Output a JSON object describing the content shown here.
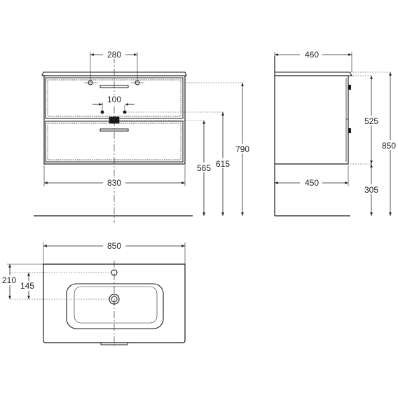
{
  "colors": {
    "line": "#1a1a1a",
    "dim": "#222222",
    "background": "#ffffff"
  },
  "front_view": {
    "dimensions": {
      "tap_spacing": "280",
      "drain_spacing": "100",
      "inner_width": "830",
      "h_565": "565",
      "h_615": "615",
      "h_790": "790"
    }
  },
  "side_view": {
    "dimensions": {
      "depth_top": "460",
      "depth_body": "450",
      "h_525": "525",
      "h_305": "305",
      "h_850": "850"
    }
  },
  "top_view": {
    "dimensions": {
      "width": "850",
      "d_210": "210",
      "d_145": "145"
    }
  }
}
